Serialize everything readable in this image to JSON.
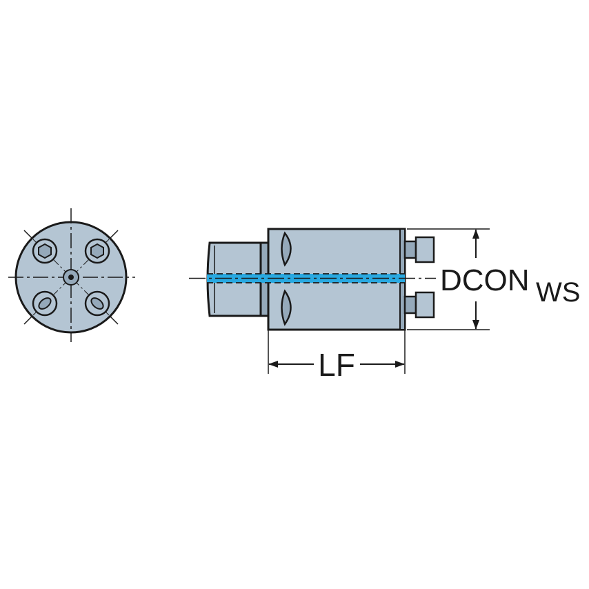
{
  "labels": {
    "length": "LF",
    "diameter_main": "DCON",
    "diameter_sub": "WS"
  },
  "colors": {
    "body": "#b4c5d3",
    "body_dark": "#95a9ba",
    "outline": "#1a1a1a",
    "coolant": "#29a9e1",
    "background": "#ffffff"
  },
  "views": {
    "end_view": "end-view",
    "side_view": "side-view"
  }
}
